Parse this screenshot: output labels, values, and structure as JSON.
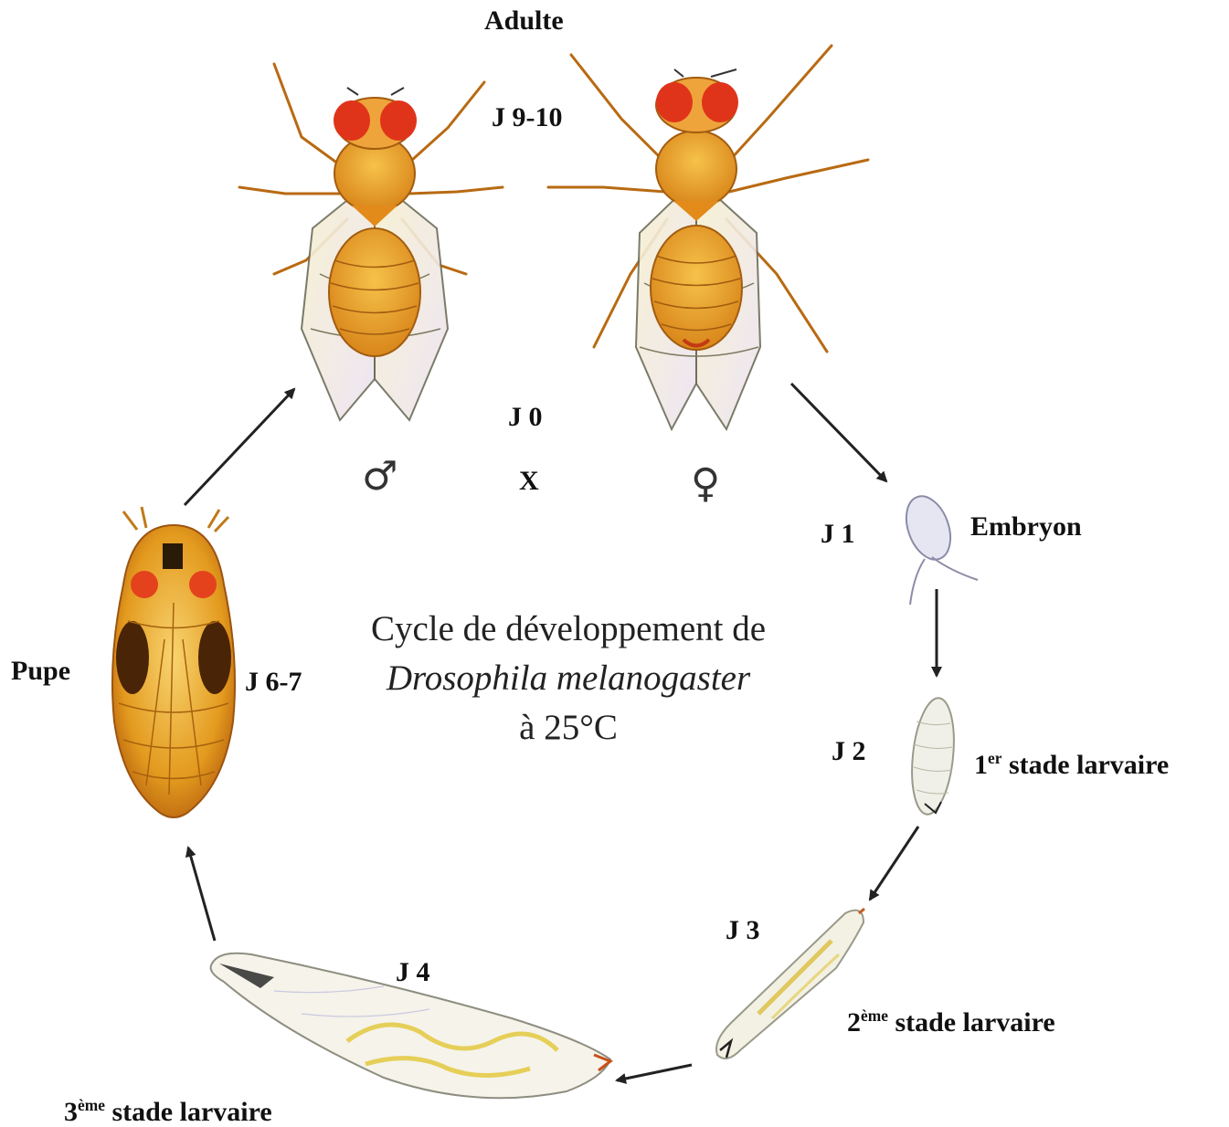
{
  "title": {
    "line1": "Cycle de développement de",
    "line2": "Drosophila melanogaster",
    "line3": "à 25°C"
  },
  "stages": {
    "adult": {
      "name": "Adulte",
      "day": "J 9-10"
    },
    "mating": {
      "day": "J 0",
      "cross": "X",
      "male_symbol": "♂",
      "female_symbol": "♀"
    },
    "embryo": {
      "name": "Embryon",
      "day": "J 1"
    },
    "larva1": {
      "number": "1",
      "suffix": "er",
      "name": "stade larvaire",
      "day": "J 2"
    },
    "larva2": {
      "number": "2",
      "suffix": "ème",
      "name": "stade larvaire",
      "day": "J 3"
    },
    "larva3": {
      "number": "3",
      "suffix": "ème",
      "name": "stade larvaire",
      "day": "J 4"
    },
    "pupa": {
      "name": "Pupe",
      "day": "J 6-7"
    }
  },
  "colors": {
    "fly_body": "#e8a21e",
    "fly_eye": "#e0341a",
    "wing": "#f3ecc8",
    "pupa_body": "#e09a1c",
    "larva_body": "#f4f1de",
    "arrow": "#222222"
  }
}
